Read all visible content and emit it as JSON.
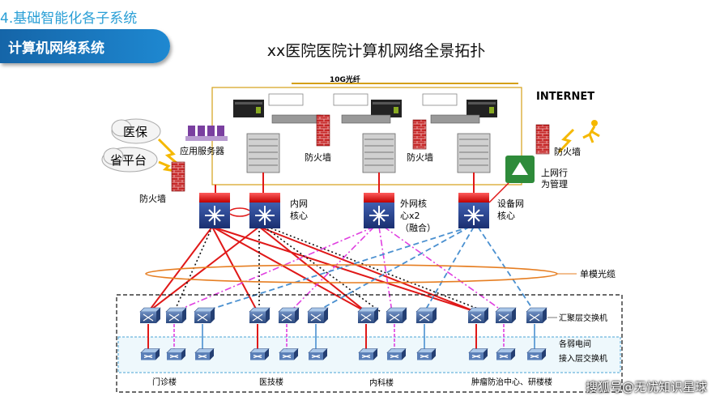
{
  "header": {
    "section_title": "4.基础智能化各子系统",
    "banner_label": "计算机网络系统",
    "main_title": "xx医院医院计算机网络全景拓扑"
  },
  "top": {
    "fiber_label": "10G光纤"
  },
  "external": {
    "medical_insurance": "医保",
    "provincial_platform": "省平台",
    "internet": "INTERNET"
  },
  "labels": {
    "app_servers": "应用服务器",
    "firewall_left": "防火墙",
    "firewall_mid1": "防火墙",
    "firewall_mid2": "防火墙",
    "firewall_right": "防火墙",
    "online_mgmt_1": "上网行",
    "online_mgmt_2": "为管理"
  },
  "cores": {
    "intranet_1": "内网",
    "intranet_2": "核心",
    "extranet_1": "外网核",
    "extranet_2": "心x2",
    "extranet_3": "（融合）",
    "device_1": "设备网",
    "device_2": "核心"
  },
  "side_labels": {
    "singlemode": "单模光缆",
    "aggregation": "汇聚层交换机",
    "weak_room": "各弱电间",
    "access": "接入层交换机"
  },
  "buildings": {
    "b1": "门诊楼",
    "b2": "医技楼",
    "b3": "内科楼",
    "b4": "肿瘤防治中心、研楼楼"
  },
  "watermark": "搜狐号@无忧知识星球",
  "colors": {
    "accent_blue": "#1e88d1",
    "link_red": "#e01818",
    "link_black": "#111111",
    "link_magenta": "#e040e0",
    "link_blue": "#4a90d0",
    "ellipse_orange": "#e67e22",
    "firewall_red": "#b22222",
    "core_switch_blue": "#1f3f8f"
  }
}
